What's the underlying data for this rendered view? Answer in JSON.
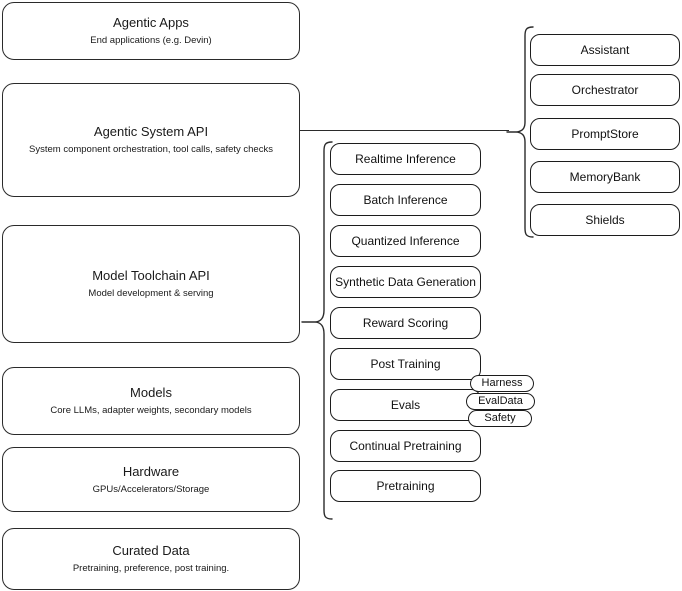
{
  "diagram": {
    "title": "AI Stack Layers Architecture Diagram",
    "background_color": "#ffffff",
    "stroke_color": "#2b2b2b"
  },
  "stack_layers": [
    {
      "name": "agentic-apps",
      "title": "Agentic Apps",
      "subtitle": "End applications (e.g. Devin)"
    },
    {
      "name": "agentic-system-api",
      "title": "Agentic System API",
      "subtitle": "System component orchestration, tool calls, safety checks"
    },
    {
      "name": "model-toolchain-api",
      "title": "Model Toolchain API",
      "subtitle": "Model development & serving"
    },
    {
      "name": "models",
      "title": "Models",
      "subtitle": "Core LLMs, adapter weights, secondary models"
    },
    {
      "name": "hardware",
      "title": "Hardware",
      "subtitle": "GPUs/Accelerators/Storage"
    },
    {
      "name": "curated-data",
      "title": "Curated Data",
      "subtitle": "Pretraining, preference, post training."
    }
  ],
  "toolchain_components": [
    {
      "name": "realtime-inference",
      "label": "Realtime Inference"
    },
    {
      "name": "batch-inference",
      "label": "Batch Inference"
    },
    {
      "name": "quantized-inference",
      "label": "Quantized Inference"
    },
    {
      "name": "synthetic-data-generation",
      "label": "Synthetic Data Generation"
    },
    {
      "name": "reward-scoring",
      "label": "Reward Scoring"
    },
    {
      "name": "post-training",
      "label": "Post Training"
    },
    {
      "name": "evals",
      "label": "Evals"
    },
    {
      "name": "continual-pretraining",
      "label": "Continual Pretraining"
    },
    {
      "name": "pretraining",
      "label": "Pretraining"
    }
  ],
  "evals_tags": [
    {
      "name": "harness",
      "label": "Harness"
    },
    {
      "name": "evaldata",
      "label": "EvalData"
    },
    {
      "name": "safety",
      "label": "Safety"
    }
  ],
  "agentic_system_components": [
    {
      "name": "assistant",
      "label": "Assistant"
    },
    {
      "name": "orchestrator",
      "label": "Orchestrator"
    },
    {
      "name": "promptstore",
      "label": "PromptStore"
    },
    {
      "name": "memorybank",
      "label": "MemoryBank"
    },
    {
      "name": "shields",
      "label": "Shields"
    }
  ]
}
